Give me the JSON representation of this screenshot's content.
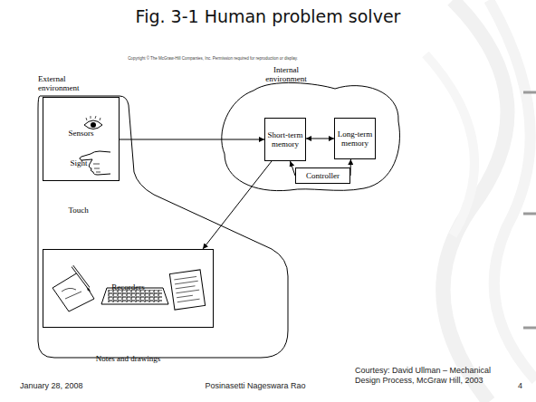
{
  "diagram": {
    "title": "Fig. 3-1 Human problem solver",
    "nodes": [
      {
        "text": [
          "External environment"
        ]
      },
      {
        "text": [
          "Sensors",
          "Sight",
          "Touch"
        ],
        "in": 0
      },
      {
        "text": [
          "Internal environment"
        ]
      },
      {
        "text": [
          "Short-term memory"
        ],
        "in": 2
      },
      {
        "text": [
          "Long-term memory"
        ],
        "in": 2
      },
      {
        "text": [
          "Controller"
        ],
        "in": 2
      },
      {
        "text": [
          "Recorders",
          "Notes and drawings"
        ],
        "in": 0
      }
    ],
    "edges": [
      {
        "from": 1,
        "to": 3,
        "arrow": "to"
      },
      {
        "from": 3,
        "to": 4,
        "arrow": "both"
      },
      {
        "from": 5,
        "to": 3,
        "arrow": "to"
      },
      {
        "from": 5,
        "to": 4,
        "arrow": "to"
      },
      {
        "from": 3,
        "to": 6,
        "arrow": "to"
      }
    ],
    "labels": [
      "Copyright © The McGraw-Hill Companies, Inc. Permission required for reproduction or display.",
      "January 28, 2008",
      "Posinasetti Nageswara Rao",
      "Courtesy: David Ullman – Mechanical Design Process, McGraw Hill, 2003",
      "4"
    ]
  }
}
